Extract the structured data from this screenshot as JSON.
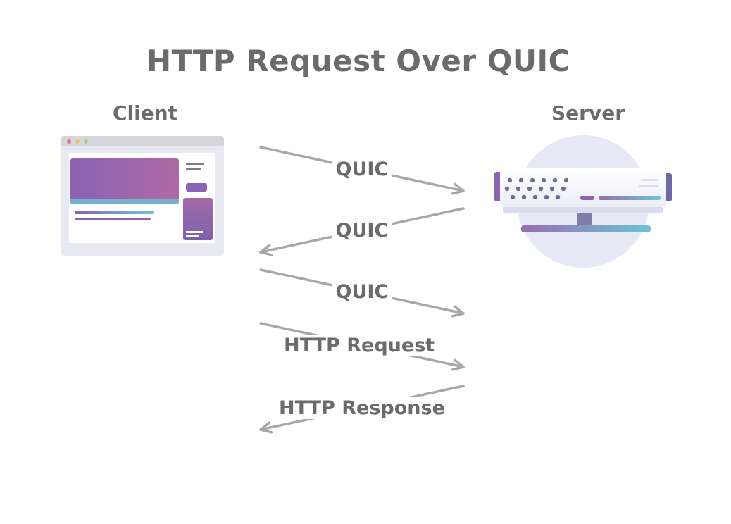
{
  "diagram": {
    "title": "HTTP Request Over QUIC",
    "client_label": "Client",
    "server_label": "Server",
    "messages": [
      {
        "label": "QUIC",
        "direction": "client-to-server"
      },
      {
        "label": "QUIC",
        "direction": "server-to-client"
      },
      {
        "label": "QUIC",
        "direction": "client-to-server"
      },
      {
        "label": "HTTP Request",
        "direction": "client-to-server"
      },
      {
        "label": "HTTP Response",
        "direction": "server-to-client"
      }
    ]
  },
  "colors": {
    "text": "#6b6b6b",
    "arrow": "#a8a8a8",
    "lifeline_top": "#6fc3d8",
    "lifeline_bottom": "#7a6aa6",
    "server_lifeline": "#a874a8",
    "accent_purple": "#8a63b3",
    "accent_pink": "#b06aa6",
    "accent_teal": "#6cc4d6",
    "server_disc": "#e7e8f5"
  },
  "icons": {
    "client": "browser-window-icon",
    "server": "server-rack-icon"
  }
}
